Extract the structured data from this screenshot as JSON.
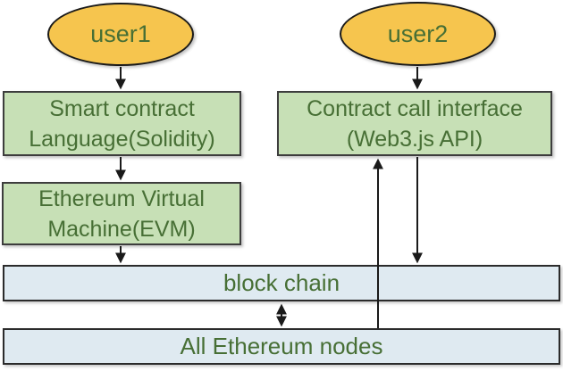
{
  "diagram": {
    "colors": {
      "bg": "#FFFFFF",
      "ellipse-fill": "#F6C54E",
      "green-fill": "#C7E0B6",
      "blue-fill": "#DFEAF1",
      "text-green": "#476F35",
      "arrow": "#1A1A1A"
    },
    "nodes": {
      "user1": {
        "label": "user1"
      },
      "user2": {
        "label": "user2"
      },
      "smart_contract": {
        "line1": "Smart contract",
        "line2": "Language(Solidity)"
      },
      "contract_call": {
        "line1": "Contract call interface",
        "line2": "(Web3.js API)"
      },
      "evm": {
        "line1": "Ethereum Virtual",
        "line2": "Machine(EVM)"
      },
      "blockchain": {
        "label": "block chain"
      },
      "all_nodes": {
        "label": "All Ethereum nodes"
      }
    },
    "edges": [
      {
        "from": "user1",
        "to": "smart_contract",
        "direction": "down"
      },
      {
        "from": "smart_contract",
        "to": "evm",
        "direction": "down"
      },
      {
        "from": "evm",
        "to": "blockchain",
        "direction": "down"
      },
      {
        "from": "user2",
        "to": "contract_call",
        "direction": "down"
      },
      {
        "from": "contract_call",
        "to": "blockchain",
        "direction": "down"
      },
      {
        "from": "all_nodes",
        "to": "contract_call",
        "direction": "up"
      },
      {
        "from": "blockchain",
        "to": "all_nodes",
        "direction": "both"
      }
    ]
  }
}
